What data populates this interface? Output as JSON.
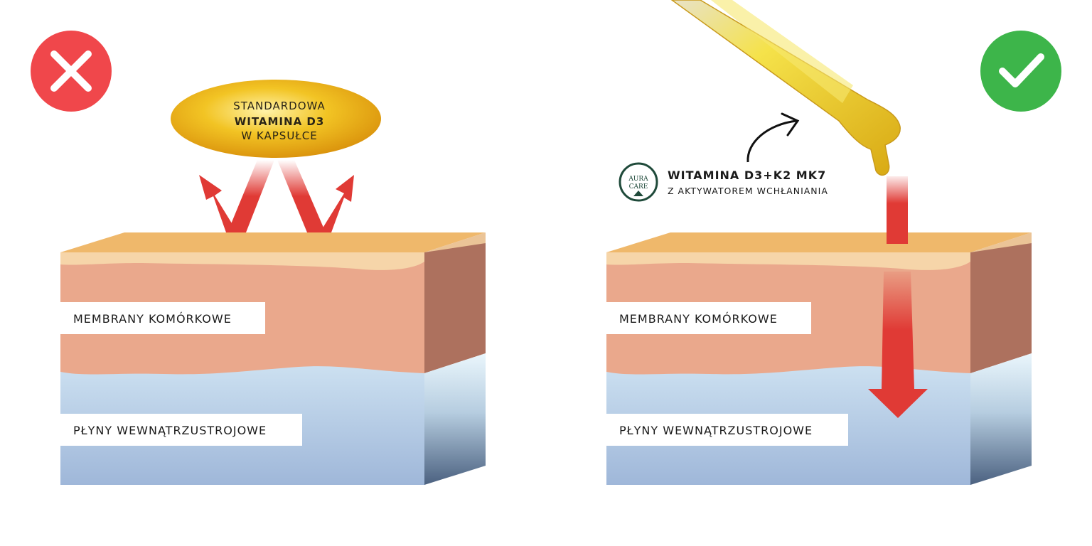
{
  "left_panel": {
    "status_icon": "x-mark-icon",
    "status_color": "#f0474b",
    "capsule": {
      "line1": "STANDARDOWA",
      "line2": "WITAMINA D3",
      "line3": "W KAPSUŁCE"
    },
    "layer_labels": {
      "membranes": "MEMBRANY KOMÓRKOWE",
      "fluids": "PŁYNY WEWNĄTRZUSTROJOWE"
    }
  },
  "right_panel": {
    "status_icon": "check-mark-icon",
    "status_color": "#3db54a",
    "logo": {
      "line1": "AURA",
      "line2": "CARE"
    },
    "product": {
      "title": "WITAMINA D3+K2 MK7",
      "subtitle": "Z AKTYWATOREM WCHŁANIANIA"
    },
    "layer_labels": {
      "membranes": "MEMBRANY KOMÓRKOWE",
      "fluids": "PŁYNY WEWNĄTRZUSTROJOWE"
    }
  },
  "colors": {
    "arrow_red": "#e03a35",
    "skin_top": "#efb86b",
    "skin": "#eaa88c",
    "side": "#ad715e"
  }
}
